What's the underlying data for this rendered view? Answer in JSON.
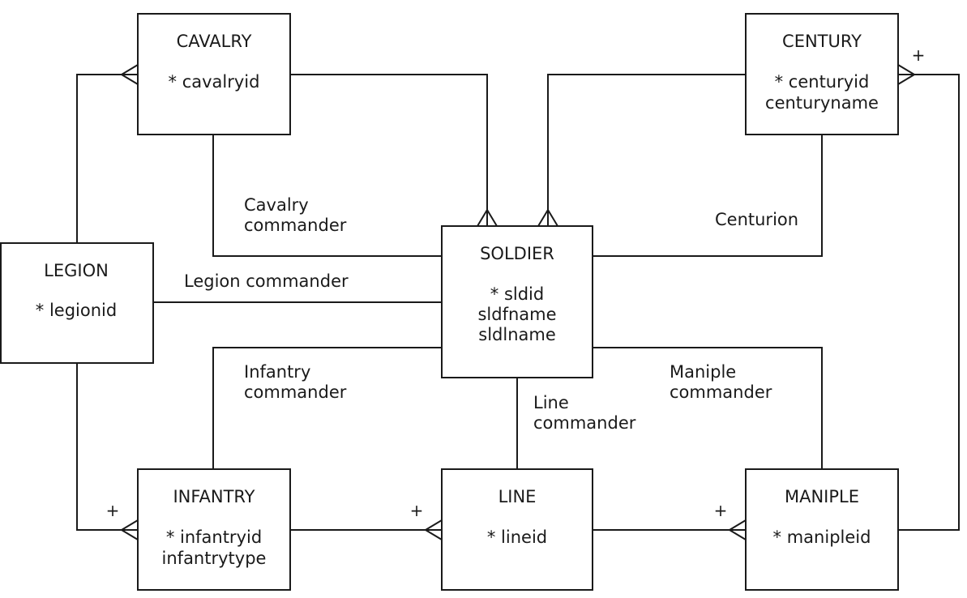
{
  "entities": {
    "cavalry": {
      "name": "CAVALRY",
      "attrs": [
        "* cavalryid"
      ]
    },
    "century": {
      "name": "CENTURY",
      "attrs": [
        "* centuryid",
        "centuryname"
      ]
    },
    "legion": {
      "name": "LEGION",
      "attrs": [
        "* legionid"
      ]
    },
    "soldier": {
      "name": "SOLDIER",
      "attrs": [
        "* sldid",
        "sldfname",
        "sldlname"
      ]
    },
    "infantry": {
      "name": "INFANTRY",
      "attrs": [
        "* infantryid",
        "infantrytype"
      ]
    },
    "line": {
      "name": "LINE",
      "attrs": [
        "* lineid"
      ]
    },
    "maniple": {
      "name": "MANIPLE",
      "attrs": [
        "* manipleid"
      ]
    }
  },
  "relationships": {
    "cavalry_commander": [
      "Cavalry",
      "commander"
    ],
    "centurion": [
      "Centurion"
    ],
    "legion_commander": [
      "Legion commander"
    ],
    "infantry_commander": [
      "Infantry",
      "commander"
    ],
    "line_commander": [
      "Line",
      "commander"
    ],
    "maniple_commander": [
      "Maniple",
      "commander"
    ]
  },
  "optionality_marks": {
    "century_maniple": "+",
    "legion_infantry": "+",
    "infantry_line": "+",
    "line_maniple": "+"
  }
}
